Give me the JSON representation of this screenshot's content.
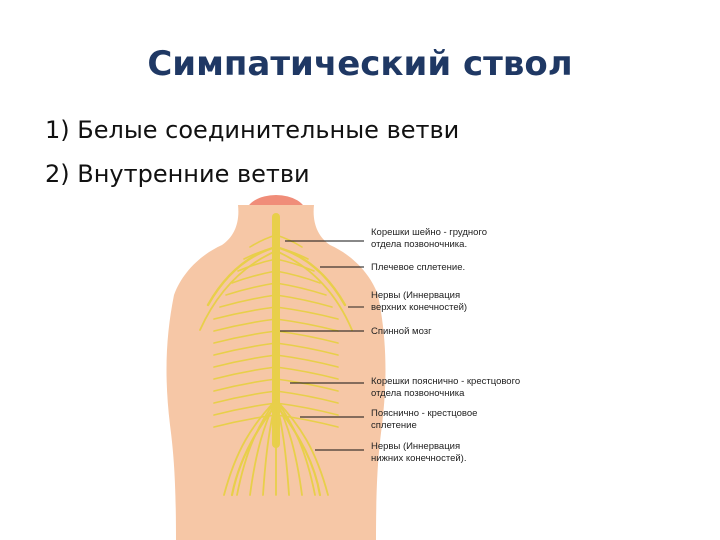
{
  "slide": {
    "title": "Симпатический ствол",
    "items": [
      "1) Белые соединительные ветви",
      "2) Внутренние ветви"
    ]
  },
  "figure": {
    "labels": [
      "Корешки шейно - грудного\nотдела позвоночника.",
      "Плечевое сплетение.",
      "Нервы (Иннервация\nверхних конечностей)",
      "Спинной мозг",
      "Корешки пояснично - крестцового\nотдела позвоночника",
      "Пояснично - крестцовое\nсплетение",
      "Нервы (Иннервация\nнижних конечностей)."
    ],
    "colors": {
      "skin": "#f6c7a6",
      "nerve": "#e8cf4a",
      "head": "#f08d79",
      "leader": "#111111"
    }
  }
}
